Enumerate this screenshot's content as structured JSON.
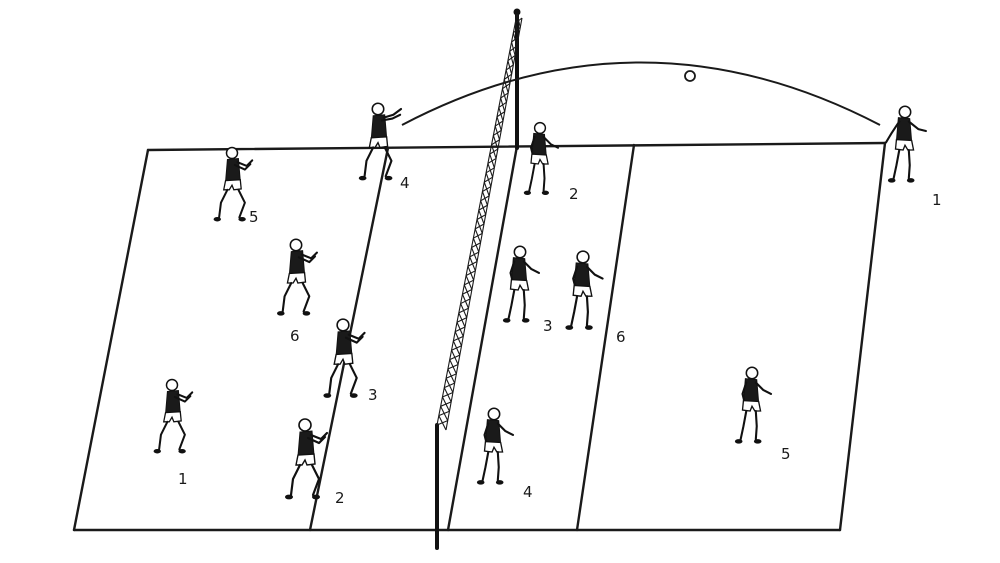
{
  "left_team": [
    {
      "id": "L1",
      "number": "1",
      "pose": "ready"
    },
    {
      "id": "L2",
      "number": "2",
      "pose": "ready"
    },
    {
      "id": "L3",
      "number": "3",
      "pose": "ready"
    },
    {
      "id": "L4",
      "number": "4",
      "pose": "arms-up"
    },
    {
      "id": "L5",
      "number": "5",
      "pose": "ready"
    },
    {
      "id": "L6",
      "number": "6",
      "pose": "ready"
    }
  ],
  "right_team": [
    {
      "id": "R1",
      "number": "1",
      "pose": "serve"
    },
    {
      "id": "R2",
      "number": "2",
      "pose": "stand"
    },
    {
      "id": "R3",
      "number": "3",
      "pose": "stand"
    },
    {
      "id": "R4",
      "number": "4",
      "pose": "stand"
    },
    {
      "id": "R5",
      "number": "5",
      "pose": "stand"
    },
    {
      "id": "R6",
      "number": "6",
      "pose": "stand"
    }
  ],
  "ball": {
    "icon": "volleyball-ball-icon"
  },
  "trajectory": {
    "icon": "ball-trajectory-arc"
  }
}
